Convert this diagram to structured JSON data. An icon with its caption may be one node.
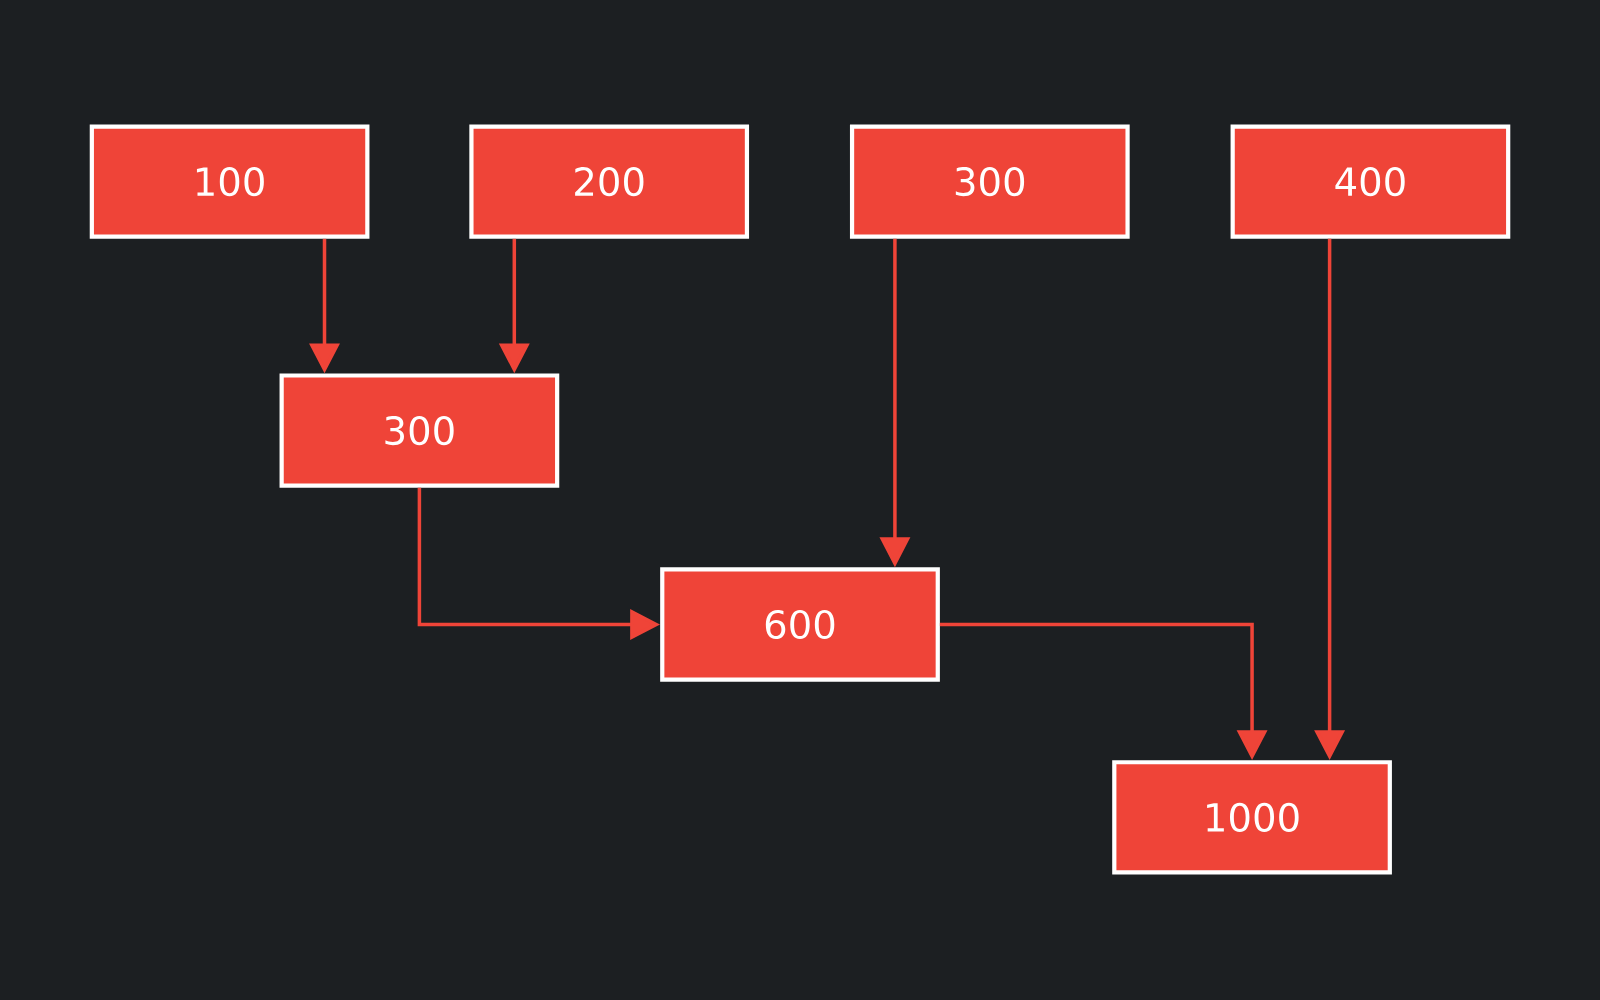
{
  "diagram": {
    "nodes": [
      {
        "text": [
          "100"
        ]
      },
      {
        "text": [
          "200"
        ]
      },
      {
        "text": [
          "300"
        ]
      },
      {
        "text": [
          "400"
        ]
      },
      {
        "text": [
          "300"
        ]
      },
      {
        "text": [
          "600"
        ]
      },
      {
        "text": [
          "1000"
        ]
      }
    ],
    "edges": [
      {
        "from": 0,
        "to": 4,
        "arrow": "to"
      },
      {
        "from": 1,
        "to": 4,
        "arrow": "to"
      },
      {
        "from": 4,
        "to": 5,
        "arrow": "to"
      },
      {
        "from": 2,
        "to": 5,
        "arrow": "to"
      },
      {
        "from": 5,
        "to": 6,
        "arrow": "to"
      },
      {
        "from": 3,
        "to": 6,
        "arrow": "to"
      }
    ]
  }
}
